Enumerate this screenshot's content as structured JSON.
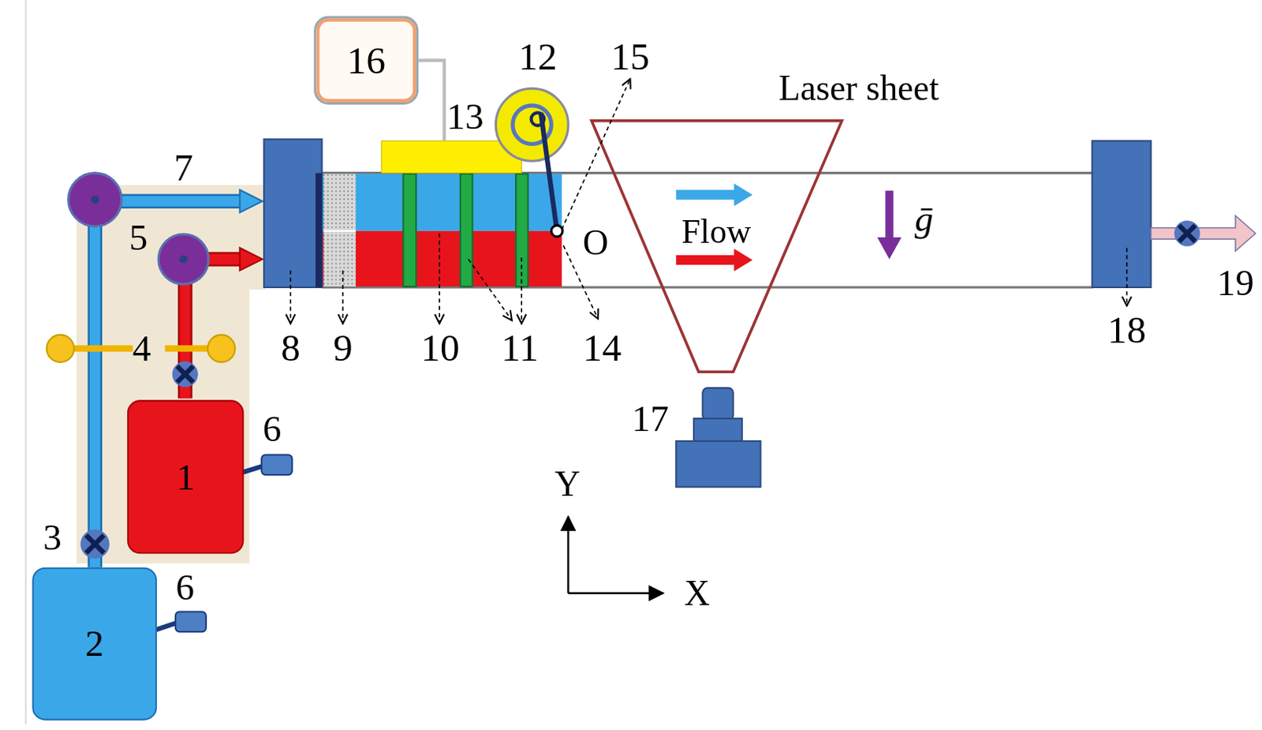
{
  "diagram": {
    "nodes": [
      {
        "text": [
          "16"
        ]
      },
      {
        "text": [
          "1"
        ]
      },
      {
        "text": [
          "2"
        ]
      }
    ],
    "labels": [
      "12",
      "15",
      "Laser sheet",
      "13",
      "7",
      "Flow",
      "5",
      "O",
      "ḡ",
      "4",
      "8",
      "9",
      "10",
      "11",
      "14",
      "18",
      "19",
      "6",
      "17",
      "Y",
      "3",
      "6",
      "X"
    ]
  }
}
